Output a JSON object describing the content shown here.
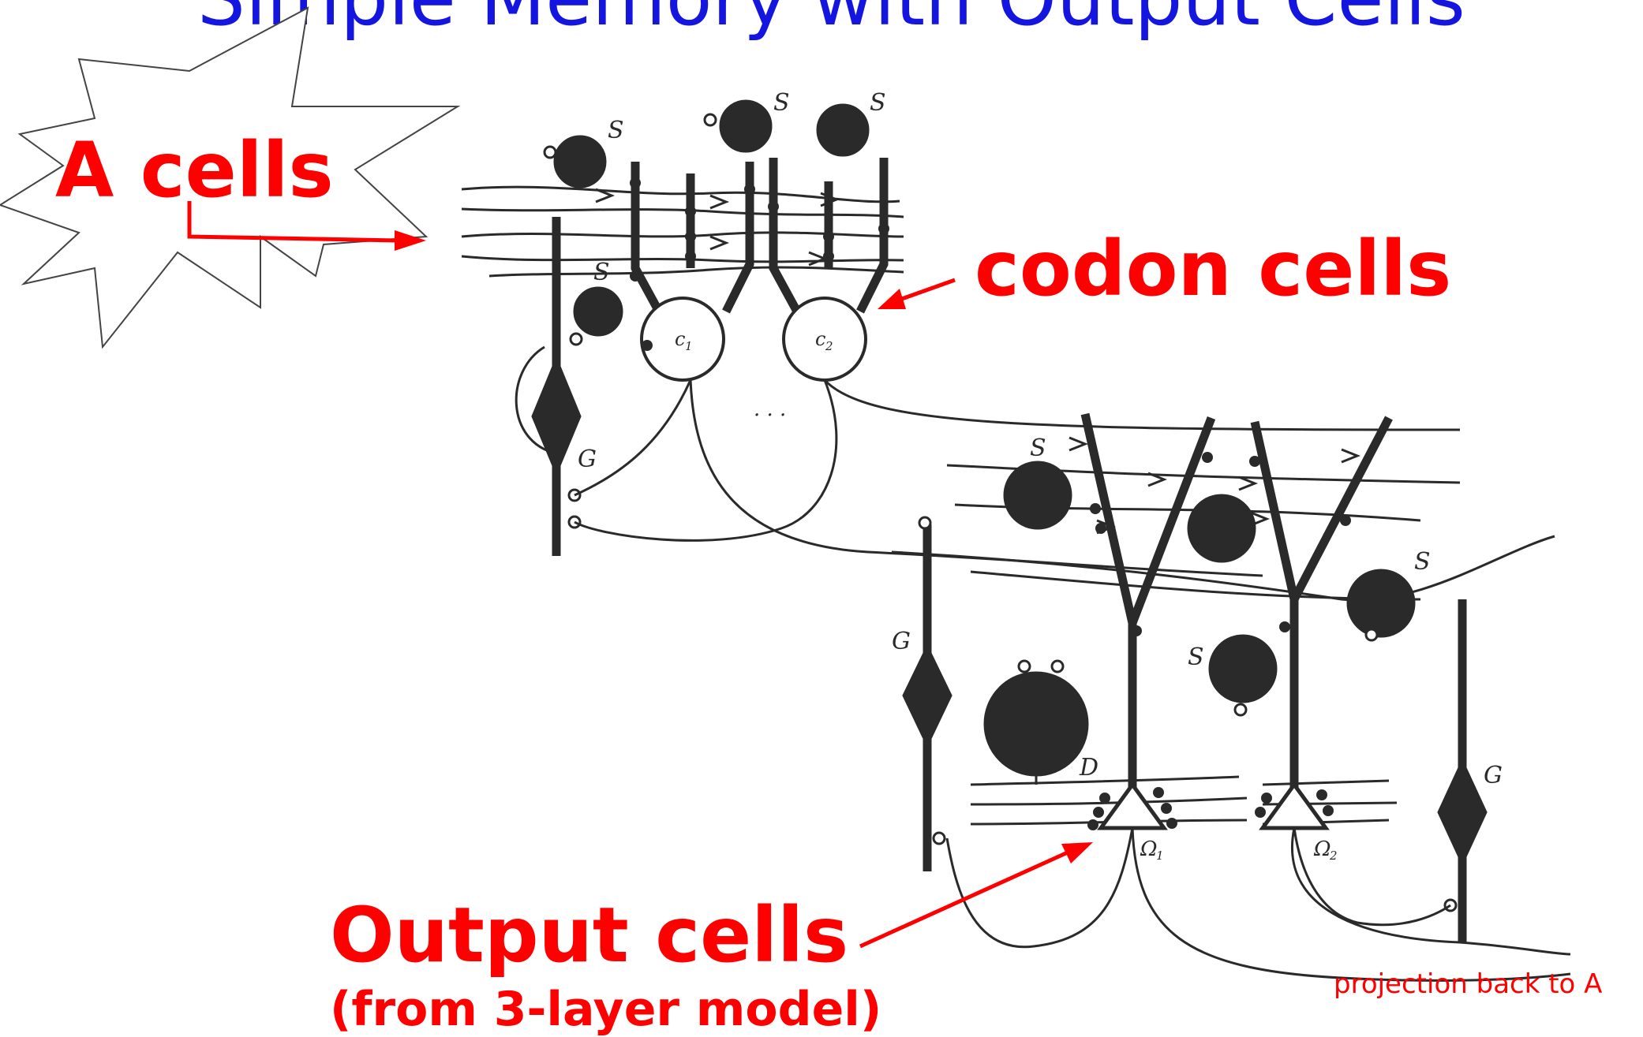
{
  "slide": {
    "title": "Simple Memory with Output Cells"
  },
  "annotations": {
    "a_cells": "A cells",
    "codon_cells": "codon cells",
    "output_cells": "Output cells",
    "output_cells_note": "(from 3-layer model)",
    "projection": "projection back to A"
  },
  "diagram_labels": {
    "s": "S",
    "g": "G",
    "d": "D",
    "c1": "c",
    "c1_sub": "1",
    "c2": "c",
    "c2_sub": "2",
    "omega1": "Ω",
    "omega1_sub": "1",
    "omega2": "Ω",
    "omega2_sub": "2",
    "ellipsis": "· · ·"
  },
  "colors": {
    "title": "#1515e0",
    "annotation": "#ff0000",
    "ink": "#2a2a2a"
  }
}
